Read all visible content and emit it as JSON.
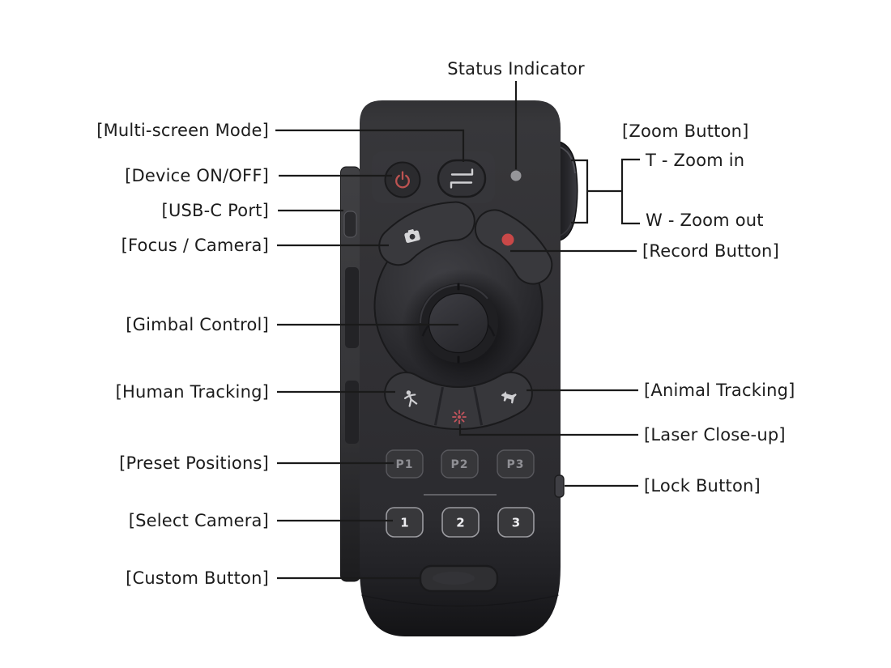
{
  "diagram": {
    "top_label": "Status Indicator",
    "left_labels": [
      "[Multi-screen Mode]",
      "[Device ON/OFF]",
      "[USB-C Port]",
      "[Focus / Camera]",
      "[Gimbal Control]",
      "[Human Tracking]",
      "[Preset Positions]",
      "[Select Camera]",
      "[Custom Button]"
    ],
    "right_labels": {
      "zoom_button": "[Zoom Button]",
      "zoom_tele": "T - Zoom in",
      "zoom_wide": "W - Zoom out",
      "record": "[Record Button]",
      "animal": "[Animal Tracking]",
      "laser": "[Laser Close-up]",
      "lock": "[Lock Button]"
    }
  },
  "remote": {
    "preset_buttons": [
      "P1",
      "P2",
      "P3"
    ],
    "camera_select_buttons": [
      "1",
      "2",
      "3"
    ],
    "icons": {
      "power": "power-symbol",
      "multiscreen": "swap-arrows",
      "focus_camera": "camera-glyph",
      "record": "red-dot",
      "status_indicator": "gray-dot",
      "human_tracking": "person-figure",
      "laser_closeup": "red-starburst",
      "animal_tracking": "dog-silhouette"
    },
    "colors": {
      "body": "#2e2e31",
      "accent_red": "#bd5351",
      "record_red": "#c94848",
      "laser_red": "#c4545c",
      "icon_gray": "#cfcfd2",
      "annotation_line": "#1a1a1a",
      "label_text": "#1c1c1c"
    }
  }
}
